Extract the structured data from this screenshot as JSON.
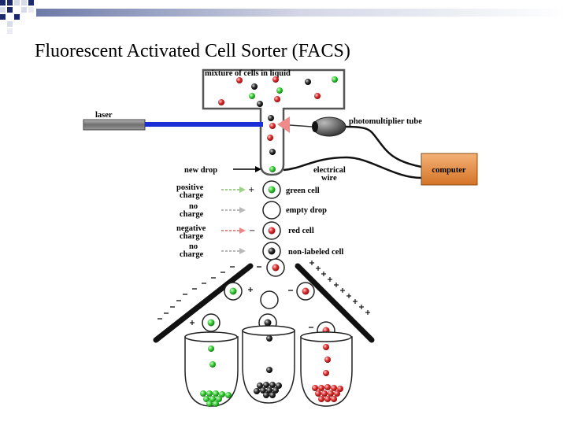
{
  "slide": {
    "title": "Fluorescent Activated Cell Sorter (FACS)"
  },
  "diagram": {
    "mixture_label": "mixture of cells in liquid",
    "laser_label": "laser",
    "pmt_label": "photomultiplier tube",
    "computer_label": "computer",
    "new_drop_label": "new drop",
    "electrical_wire_label": [
      "electrical",
      "wire"
    ],
    "charges": [
      {
        "lines": [
          "positive",
          "charge"
        ],
        "sign": "+",
        "arrow_color": "#9ed08a",
        "drop": "green cell"
      },
      {
        "lines": [
          "no",
          "charge"
        ],
        "sign": "",
        "arrow_color": "#b9b9b9",
        "drop": "empty drop"
      },
      {
        "lines": [
          "negative",
          "charge"
        ],
        "sign": "−",
        "arrow_color": "#e98a8a",
        "drop": "red cell"
      },
      {
        "lines": [
          "no",
          "charge"
        ],
        "sign": "",
        "arrow_color": "#b9b9b9",
        "drop": "non-labeled cell"
      }
    ]
  },
  "colors": {
    "green_cell": "#3fd13f",
    "red_cell": "#e23434",
    "dark_cell": "#333333",
    "laser_beam": "#1a2fd6",
    "computer": "#e48b3c",
    "laser_body": "#7a7a7a",
    "accent_squares": "#1c2a6b"
  }
}
